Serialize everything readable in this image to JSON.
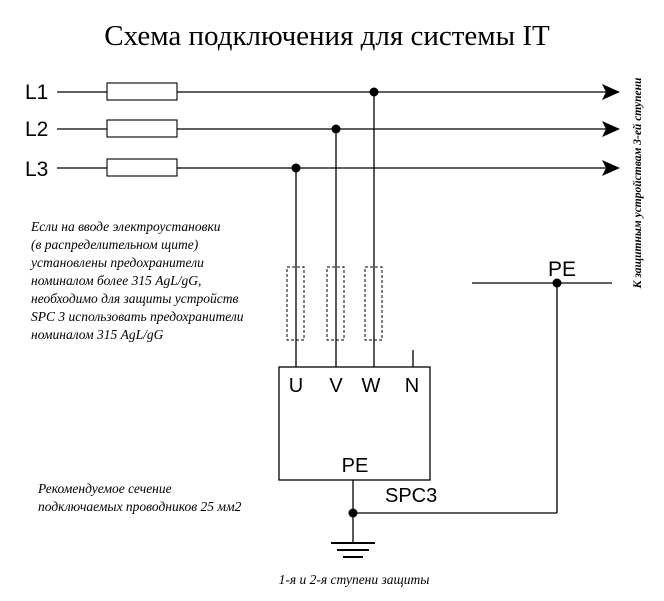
{
  "title": "Схема подключения для системы IT",
  "phases": [
    "L1",
    "L2",
    "L3"
  ],
  "side_label": "К защитным устройствам 3-ей ступени",
  "fuse_note": [
    "Если на вводе электроустановки",
    "(в распределительном щите)",
    "установлены предохранители",
    "номиналом более 315 AgL/gG,",
    "необходимо для защиты устройств",
    "SPC 3 использовать предохранители",
    "номиналом 315 AgL/gG"
  ],
  "pe_label": "PE",
  "terminals": [
    "U",
    "V",
    "W",
    "N"
  ],
  "device_pe": "PE",
  "device_name": "SPC3",
  "section_note": [
    "Рекомендуемое сечение",
    "подключаемых проводников 25 мм2"
  ],
  "caption": "1-я и 2-я  ступени защиты"
}
